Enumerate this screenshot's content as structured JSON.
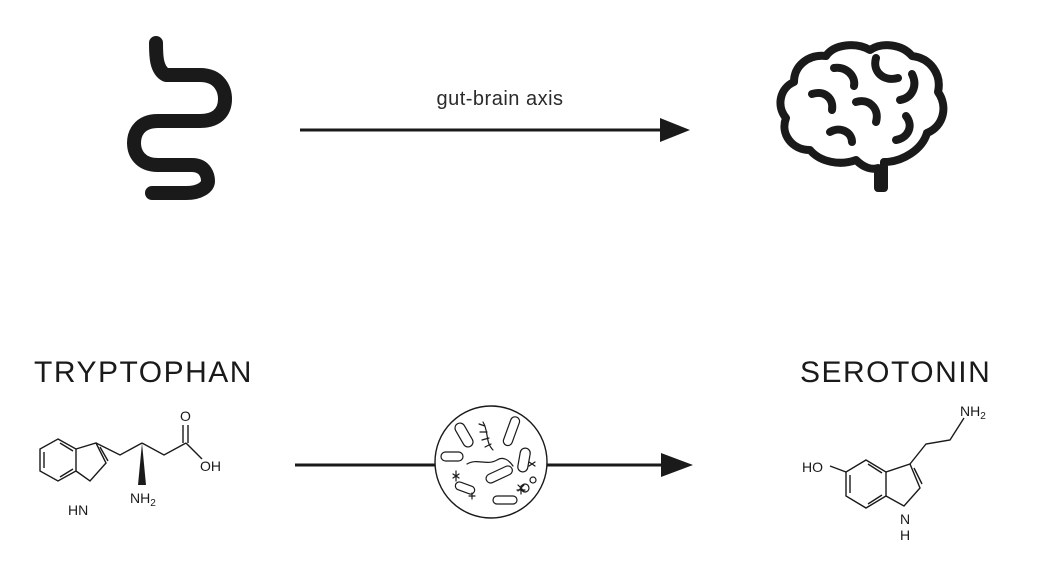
{
  "axis": {
    "label": "gut-brain axis"
  },
  "left_molecule": {
    "name": "TRYPTOPHAN",
    "atoms": {
      "oxygen": "O",
      "hydroxyl": "OH",
      "indole_nh": "HN",
      "amine_n": "NH",
      "amine_sub": "2"
    }
  },
  "right_molecule": {
    "name": "SEROTONIN",
    "atoms": {
      "hydroxy": "HO",
      "amine_n": "NH",
      "amine_sub": "2",
      "indole_n": "N",
      "indole_h": "H"
    }
  },
  "icons": {
    "gut": "intestine-icon",
    "brain": "brain-icon",
    "microbiome": "microbiome-icon"
  },
  "colors": {
    "ink": "#1a1a1a",
    "background": "#ffffff"
  }
}
